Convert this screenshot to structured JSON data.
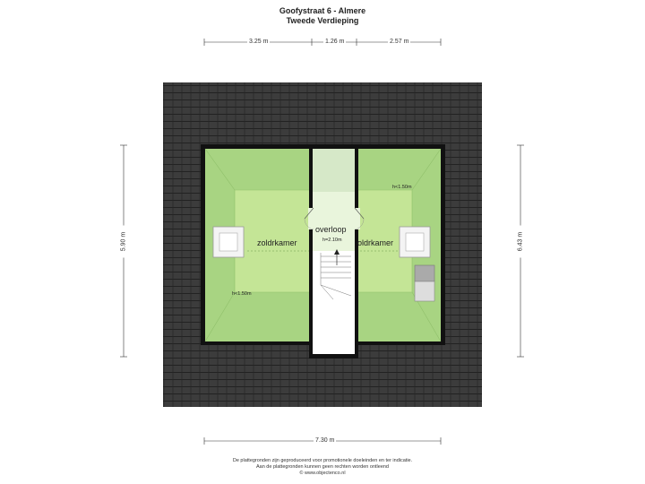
{
  "header": {
    "title": "Goofystraat 6 - Almere",
    "subtitle": "Tweede Verdieping"
  },
  "dimensions": {
    "top": [
      "3.25 m",
      "1.26 m",
      "2.57 m"
    ],
    "left": "5.90 m",
    "right": "6.43 m",
    "bottom": "7.30 m"
  },
  "rooms": {
    "left": "zoldrkamer",
    "right": "oldrkamer",
    "hall": "overloop"
  },
  "heights": {
    "left_low": "h<1.50m",
    "right_low": "h<1.50m",
    "hall": "h=2.10m"
  },
  "footer": {
    "line1": "De plattegronden zijn geproduceerd voor promotionele doeleinden en ter indicatie.",
    "line2": "Aan de plattegronden kunnen geen rechten worden ontleend",
    "line3": "© www.objectenco.nl"
  },
  "colors": {
    "roof": "#3a3a3a",
    "floor_outer": "#a8d482",
    "floor_inner": "#c4e596",
    "wall": "#111111",
    "hall_floor": "#e9f5dc"
  }
}
